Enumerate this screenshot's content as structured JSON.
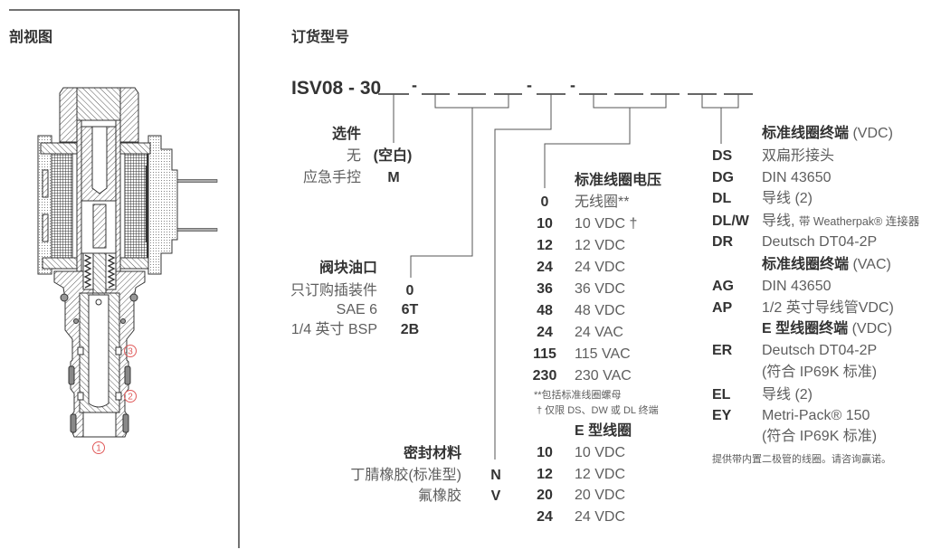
{
  "left_panel": {
    "title": "剖视图",
    "diagram": {
      "port_color": "#e05a5a",
      "ports": [
        {
          "label": "3"
        },
        {
          "label": "2"
        },
        {
          "label": "1"
        }
      ]
    }
  },
  "order_code": {
    "title": "订货型号",
    "model_prefix": "ISV08 - 30",
    "separators": [
      "-",
      "-",
      "-"
    ],
    "options": {
      "heading": "选件",
      "items": [
        {
          "label": "无",
          "code": "(空白)"
        },
        {
          "label": "应急手控",
          "code": "M"
        }
      ]
    },
    "cavity_ports": {
      "heading": "阀块油口",
      "items": [
        {
          "label": "只订购插装件",
          "code": "0"
        },
        {
          "label": "SAE 6",
          "code": "6T"
        },
        {
          "label": "1/4 英寸 BSP",
          "code": "2B"
        }
      ]
    },
    "seal_material": {
      "heading": "密封材料",
      "items": [
        {
          "label": "丁腈橡胶(标准型)",
          "code": "N"
        },
        {
          "label": "氟橡胶",
          "code": "V"
        }
      ]
    },
    "coil_voltage": {
      "heading": "标准线圈电压",
      "items": [
        {
          "code": "0",
          "label": "无线圈**"
        },
        {
          "code": "10",
          "label": "10 VDC †"
        },
        {
          "code": "12",
          "label": "12 VDC"
        },
        {
          "code": "24",
          "label": "24 VDC"
        },
        {
          "code": "36",
          "label": "36 VDC"
        },
        {
          "code": "48",
          "label": "48 VDC"
        },
        {
          "code": "24",
          "label": "24 VAC"
        },
        {
          "code": "115",
          "label": "115 VAC"
        },
        {
          "code": "230",
          "label": "230 VAC"
        }
      ],
      "notes": [
        "**包括标准线圈螺母",
        "† 仅限 DS、DW 或 DL 终端"
      ],
      "e_coil": {
        "heading": "E 型线圈",
        "items": [
          {
            "code": "10",
            "label": "10 VDC"
          },
          {
            "code": "12",
            "label": "12 VDC"
          },
          {
            "code": "20",
            "label": "20 VDC"
          },
          {
            "code": "24",
            "label": "24 VDC"
          }
        ]
      }
    },
    "coil_terminations": {
      "dc": {
        "heading": "标准线圈终端",
        "suffix": "(VDC)",
        "items": [
          {
            "code": "DS",
            "label": "双扁形接头"
          },
          {
            "code": "DG",
            "label": "DIN 43650"
          },
          {
            "code": "DL",
            "label": "导线 (2)"
          },
          {
            "code": "DL/W",
            "label": "导线,",
            "label_small": "带 Weatherpak® 连接器"
          },
          {
            "code": "DR",
            "label": "Deutsch DT04-2P"
          }
        ]
      },
      "ac": {
        "heading": "标准线圈终端",
        "suffix": "(VAC)",
        "items": [
          {
            "code": "AG",
            "label": "DIN 43650"
          },
          {
            "code": "AP",
            "label": "1/2 英寸导线管VDC)"
          }
        ]
      },
      "e": {
        "heading": "E 型线圈终端",
        "suffix": "(VDC)",
        "items": [
          {
            "code": "ER",
            "label": "Deutsch DT04-2P",
            "label_line2": "(符合 IP69K 标准)"
          },
          {
            "code": "EL",
            "label": "导线 (2)"
          },
          {
            "code": "EY",
            "label": "Metri-Pack® 150",
            "label_line2": "(符合 IP69K 标准)"
          }
        ]
      },
      "note": "提供带内置二极管的线圈。请咨询赢诺。"
    }
  }
}
